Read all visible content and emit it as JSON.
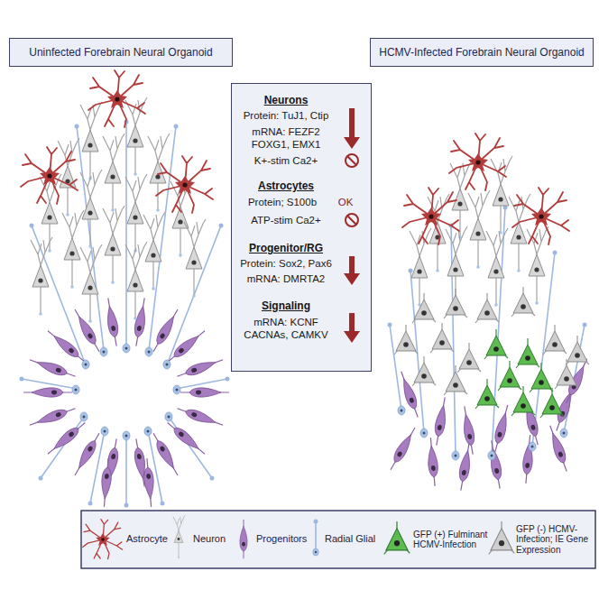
{
  "diagram": {
    "nodes": [
      {
        "text": [
          "Uninfected Forebrain Neural Organoid"
        ]
      },
      {
        "text": [
          "HCMV-Infected Forebrain Neural Organoid"
        ]
      },
      {
        "text": [
          "Neurons",
          "Protein: TuJ1, Ctip",
          "mRNA: FEZF2 FOXG1, EMX1",
          "K+-stim Ca2+",
          "Astrocytes",
          "Protein; S100b",
          "OK",
          "ATP-stim Ca2+",
          "Progenitor/RG",
          "Protein: Sox2, Pax6",
          "mRNA: DMRTA2",
          "Signaling",
          "mRNA: KCNF CACNAs, CAMKV"
        ]
      }
    ],
    "legend": [
      {
        "text": "Astrocyte"
      },
      {
        "text": "Neuron"
      },
      {
        "text": "Progenitors"
      },
      {
        "text": "Radial Glial"
      },
      {
        "text": "GFP (+) Fulminant HCMV-Infection"
      },
      {
        "text": "GFP (-) HCMV-Infection; IE Gene Expression"
      }
    ]
  }
}
